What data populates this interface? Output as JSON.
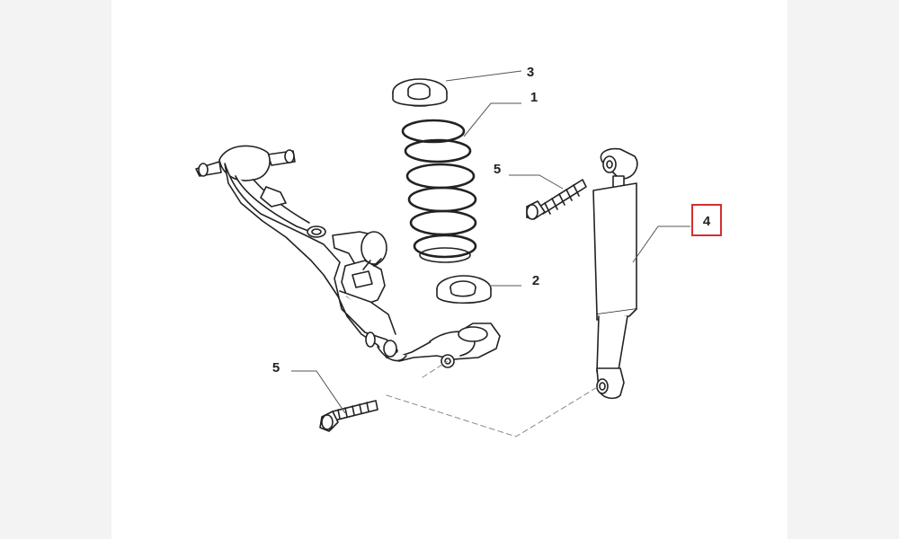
{
  "diagram": {
    "callouts": [
      {
        "id": "3",
        "text": "3",
        "part": "spring-seat-upper",
        "highlighted": false
      },
      {
        "id": "1",
        "text": "1",
        "part": "coil-spring",
        "highlighted": false
      },
      {
        "id": "5a",
        "text": "5",
        "part": "shock-upper-bolt",
        "highlighted": false
      },
      {
        "id": "4",
        "text": "4",
        "part": "shock-absorber",
        "highlighted": true
      },
      {
        "id": "2",
        "text": "2",
        "part": "spring-seat-lower",
        "highlighted": false
      },
      {
        "id": "5b",
        "text": "5",
        "part": "shock-lower-bolt",
        "highlighted": false
      }
    ],
    "colors": {
      "background": "#f3f3f3",
      "panel": "#ffffff",
      "line": "#222222",
      "leader": "#555555",
      "highlight_box": "#d32f2f"
    }
  }
}
